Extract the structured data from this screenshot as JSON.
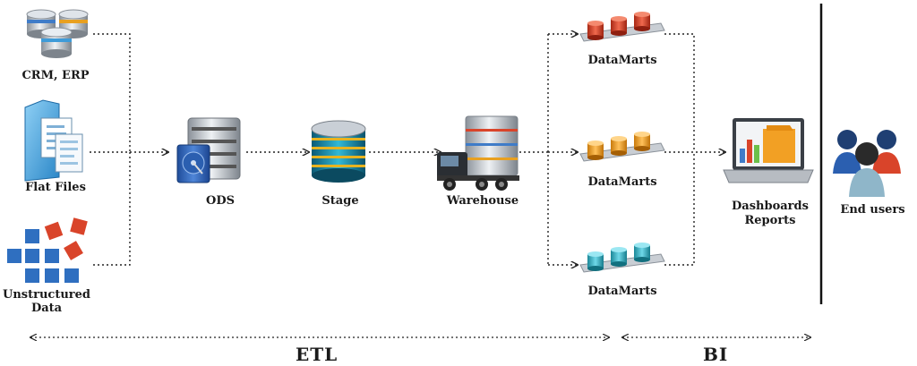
{
  "sources": {
    "crm_erp": "CRM, ERP",
    "flat_files": "Flat Files",
    "unstructured_line1": "Unstructured",
    "unstructured_line2": "Data"
  },
  "pipeline": {
    "ods": "ODS",
    "stage": "Stage",
    "warehouse": "Warehouse"
  },
  "datamarts": [
    "DataMarts",
    "DataMarts",
    "DataMarts"
  ],
  "bi": {
    "dashboards_line1": "Dashboards",
    "dashboards_line2": "Reports",
    "end_users": "End users"
  },
  "phases": {
    "etl": "ETL",
    "bi": "BI"
  },
  "icons": {
    "crm": "database-stack-icon",
    "flat": "folder-documents-icon",
    "unstructured": "scattered-blocks-icon",
    "ods": "server-harddisk-icon",
    "stage": "cylinder-database-icon",
    "warehouse": "truck-database-icon",
    "datamart": "cylinder-tray-icon",
    "dashboards": "laptop-chart-icon",
    "users": "users-group-icon"
  },
  "colors": {
    "mart_red": "#d9442a",
    "mart_orange": "#f2a024",
    "mart_teal": "#2fb3c8",
    "connector": "#222222"
  }
}
